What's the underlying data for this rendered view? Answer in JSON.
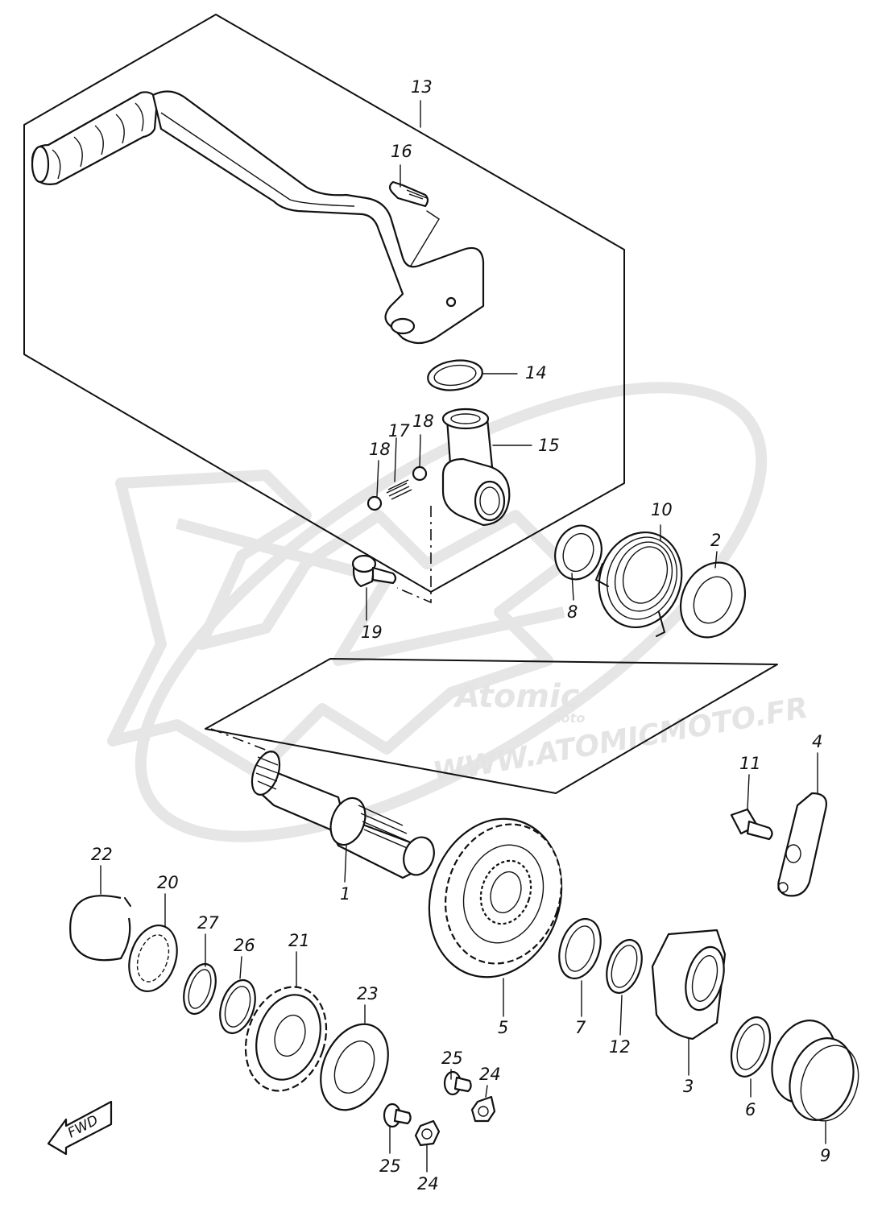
{
  "watermark": {
    "brand": "Atomic",
    "brand_sub": "moto",
    "url": "WWW.ATOMICMOTO.FR"
  },
  "direction_indicator": "FWD",
  "callouts": {
    "p1": "1",
    "p2": "2",
    "p3": "3",
    "p4": "4",
    "p5": "5",
    "p6": "6",
    "p7": "7",
    "p8": "8",
    "p9": "9",
    "p10": "10",
    "p11": "11",
    "p12": "12",
    "p13": "13",
    "p14": "14",
    "p15": "15",
    "p16": "16",
    "p17": "17",
    "p18a": "18",
    "p18b": "18",
    "p19": "19",
    "p20": "20",
    "p21": "21",
    "p22": "22",
    "p23": "23",
    "p24a": "24",
    "p24b": "24",
    "p25a": "25",
    "p25b": "25",
    "p26": "26",
    "p27": "27"
  }
}
